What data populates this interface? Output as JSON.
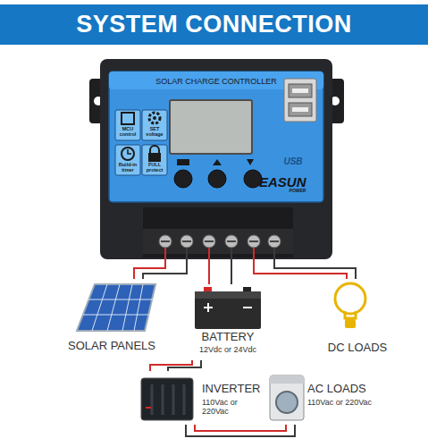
{
  "diagram": {
    "title": "SYSTEM CONNECTION",
    "nodes": [
      {
        "text": [
          "SOLAR CHARGE CONTROLLER"
        ]
      },
      {
        "text": [
          "SOLAR PANELS"
        ]
      },
      {
        "text": [
          "BATTERY",
          "12Vdc or 24Vdc"
        ]
      },
      {
        "text": [
          "DC LOADS"
        ]
      },
      {
        "text": [
          "INVERTER",
          "110Vac or 220Vac"
        ]
      },
      {
        "text": [
          "AC LOADS",
          "110Vac or 220Vac"
        ]
      }
    ],
    "edges": [
      {
        "from": 1,
        "to": 0,
        "arrow": "none"
      },
      {
        "from": 2,
        "to": 0,
        "arrow": "none"
      },
      {
        "from": 3,
        "to": 0,
        "arrow": "none"
      },
      {
        "from": 2,
        "to": 4,
        "arrow": "none"
      },
      {
        "from": 4,
        "to": 5,
        "arrow": "none"
      }
    ],
    "labels": [
      "MCU control",
      "SET voltage",
      "Build-in timer",
      "FULL protect",
      "USB",
      "EASUN",
      "POWER"
    ]
  }
}
